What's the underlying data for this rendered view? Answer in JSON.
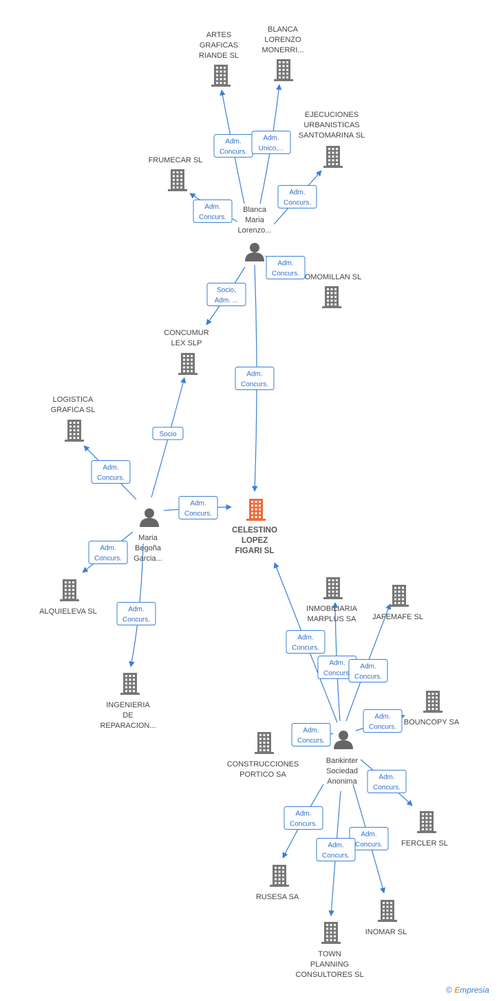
{
  "colors": {
    "edge": "#3a7fd5",
    "building": "#777777",
    "center": "#ef6a3a",
    "person": "#666666"
  },
  "nodes": [
    {
      "id": "artes",
      "type": "company",
      "label": [
        "ARTES",
        "GRAFICAS",
        "RIANDE SL"
      ]
    },
    {
      "id": "blanca_lm",
      "type": "company",
      "label": [
        "BLANCA",
        "LORENZO",
        "MONERRI..."
      ]
    },
    {
      "id": "ejecuciones",
      "type": "company",
      "label": [
        "EJECUCIONES",
        "URBANISTICAS",
        "SANTOMARINA SL"
      ]
    },
    {
      "id": "frumecar",
      "type": "company",
      "label": [
        "FRUMECAR SL"
      ]
    },
    {
      "id": "blanca",
      "type": "person",
      "label": [
        "Blanca",
        "Maria",
        "Lorenzo..."
      ]
    },
    {
      "id": "omomillan",
      "type": "company",
      "label": [
        "OMOMILLAN SL"
      ]
    },
    {
      "id": "concumur",
      "type": "company",
      "label": [
        "CONCUMUR",
        "LEX SLP"
      ]
    },
    {
      "id": "logistica",
      "type": "company",
      "label": [
        "LOGISTICA",
        "GRAFICA SL"
      ]
    },
    {
      "id": "maria",
      "type": "person",
      "label": [
        "Maria",
        "Begoña",
        "Garcia..."
      ]
    },
    {
      "id": "celestino",
      "type": "center",
      "label": [
        "CELESTINO",
        "LOPEZ",
        "FIGARI SL"
      ]
    },
    {
      "id": "alquieleva",
      "type": "company",
      "label": [
        "ALQUIELEVA SL"
      ]
    },
    {
      "id": "ingenieria",
      "type": "company",
      "label": [
        "INGENIERIA",
        "DE",
        "REPARACION..."
      ]
    },
    {
      "id": "marplus",
      "type": "company",
      "label": [
        "INMOBILIARIA",
        "MARPLUS SA"
      ]
    },
    {
      "id": "jafemafe",
      "type": "company",
      "label": [
        "JAFEMAFE SL"
      ]
    },
    {
      "id": "bouncopy",
      "type": "company",
      "label": [
        "BOUNCOPY SA"
      ]
    },
    {
      "id": "bankinter",
      "type": "person",
      "label": [
        "Bankinter",
        "Sociedad",
        "Anonima"
      ]
    },
    {
      "id": "construcciones",
      "type": "company",
      "label": [
        "CONSTRUCCIONES",
        "PORTICO SA"
      ]
    },
    {
      "id": "fercler",
      "type": "company",
      "label": [
        "FERCLER SL"
      ]
    },
    {
      "id": "rusesa",
      "type": "company",
      "label": [
        "RUSESA SA"
      ]
    },
    {
      "id": "inomar",
      "type": "company",
      "label": [
        "INOMAR SL"
      ]
    },
    {
      "id": "town",
      "type": "company",
      "label": [
        "TOWN",
        "PLANNING",
        "CONSULTORES SL"
      ]
    }
  ],
  "edges": [
    {
      "from": "blanca",
      "to": "artes",
      "label": [
        "Adm.",
        "Concurs."
      ]
    },
    {
      "from": "blanca",
      "to": "blanca_lm",
      "label": [
        "Adm.",
        "Unico,..."
      ]
    },
    {
      "from": "blanca",
      "to": "ejecuciones",
      "label": [
        "Adm.",
        "Concurs."
      ]
    },
    {
      "from": "blanca",
      "to": "frumecar",
      "label": [
        "Adm.",
        "Concurs."
      ]
    },
    {
      "from": "blanca",
      "to": "omomillan",
      "label": [
        "Adm.",
        "Concurs."
      ]
    },
    {
      "from": "blanca",
      "to": "concumur",
      "label": [
        "Socio,",
        "Adm. ..."
      ]
    },
    {
      "from": "blanca",
      "to": "celestino",
      "label": [
        "Adm.",
        "Concurs."
      ]
    },
    {
      "from": "maria",
      "to": "concumur",
      "label": [
        "Socio"
      ]
    },
    {
      "from": "maria",
      "to": "logistica",
      "label": [
        "Adm.",
        "Concurs."
      ]
    },
    {
      "from": "maria",
      "to": "celestino",
      "label": [
        "Adm.",
        "Concurs."
      ]
    },
    {
      "from": "maria",
      "to": "alquieleva",
      "label": [
        "Adm.",
        "Concurs."
      ]
    },
    {
      "from": "maria",
      "to": "ingenieria",
      "label": [
        "Adm.",
        "Concurs."
      ]
    },
    {
      "from": "bankinter",
      "to": "celestino",
      "label": [
        "Adm.",
        "Concurs."
      ]
    },
    {
      "from": "bankinter",
      "to": "marplus",
      "label": [
        "Adm.",
        "Concurs."
      ]
    },
    {
      "from": "bankinter",
      "to": "jafemafe",
      "label": [
        "Adm.",
        "Concurs."
      ]
    },
    {
      "from": "bankinter",
      "to": "bouncopy",
      "label": [
        "Adm.",
        "Concurs."
      ]
    },
    {
      "from": "bankinter",
      "to": "construcciones",
      "label": [
        "Adm.",
        "Concurs."
      ]
    },
    {
      "from": "bankinter",
      "to": "fercler",
      "label": [
        "Adm.",
        "Concurs."
      ]
    },
    {
      "from": "bankinter",
      "to": "rusesa",
      "label": [
        "Adm.",
        "Concurs."
      ]
    },
    {
      "from": "bankinter",
      "to": "inomar",
      "label": [
        "Adm.",
        "Concurs."
      ]
    },
    {
      "from": "bankinter",
      "to": "town",
      "label": [
        "Adm.",
        "Concurs."
      ]
    }
  ],
  "footer": {
    "copyright": "©",
    "brand_initial": "E",
    "brand_rest": "mpresia"
  }
}
